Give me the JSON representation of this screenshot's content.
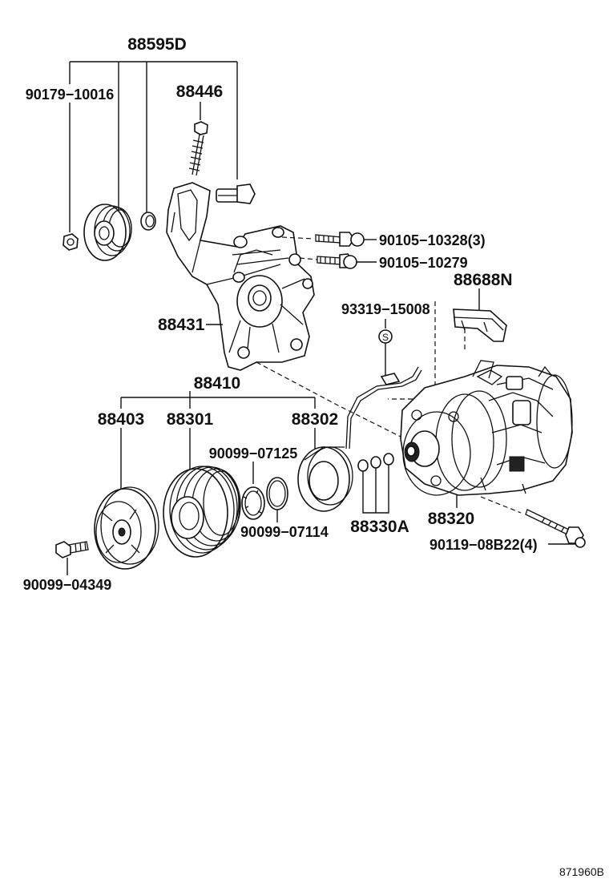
{
  "diagram": {
    "callouts": {
      "p88595D": "88595D",
      "p90179_10016": "90179−10016",
      "p88446": "88446",
      "p90105_10328": "90105−10328(3)",
      "p90105_10279": "90105−10279",
      "p88688N": "88688N",
      "p93319_15008": "93319−15008",
      "p88431": "88431",
      "p88410": "88410",
      "p88403": "88403",
      "p88301": "88301",
      "p88302": "88302",
      "p90099_07125": "90099−07125",
      "p90099_07114": "90099−07114",
      "p88330A": "88330A",
      "p88320": "88320",
      "p90119_08B22": "90119−08B22(4)",
      "p90099_04349": "90099−04349",
      "seal_symbol": "S"
    },
    "drawing_code": "871960B"
  }
}
